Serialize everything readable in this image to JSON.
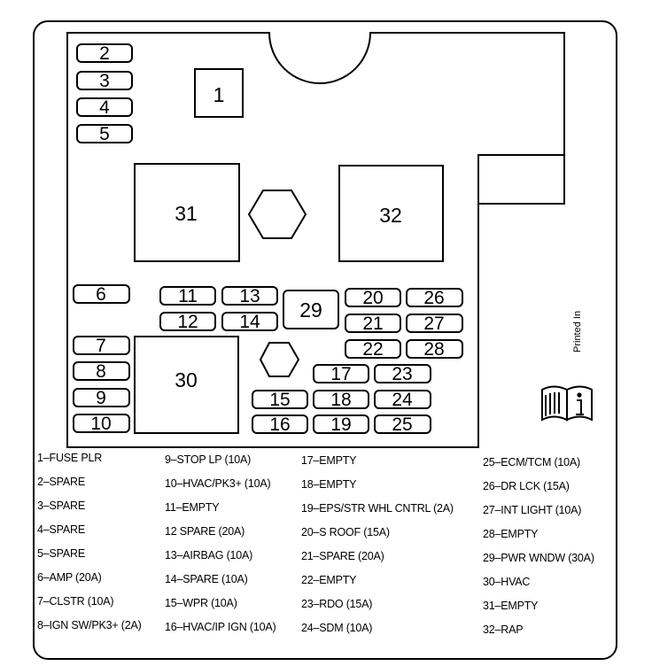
{
  "fuse_labels": [
    "1",
    "2",
    "3",
    "4",
    "5",
    "6",
    "7",
    "8",
    "9",
    "10",
    "11",
    "12",
    "13",
    "14",
    "15",
    "16",
    "17",
    "18",
    "19",
    "20",
    "21",
    "22",
    "23",
    "24",
    "25",
    "26",
    "27",
    "28",
    "29",
    "30",
    "31",
    "32"
  ],
  "printed_in": "Printed In",
  "legend": {
    "col1": [
      "1–FUSE PLR",
      "2–SPARE",
      "3–SPARE",
      "4–SPARE",
      "5–SPARE",
      "6–AMP (20A)",
      "7–CLSTR (10A)",
      "8–IGN SW/PK3+ (2A)"
    ],
    "col2": [
      "9–STOP LP (10A)",
      "10–HVAC/PK3+ (10A)",
      "11–EMPTY",
      "12 SPARE (20A)",
      "13–AIRBAG (10A)",
      "14–SPARE (10A)",
      "15–WPR (10A)",
      "16–HVAC/IP IGN (10A)"
    ],
    "col3": [
      "17–EMPTY",
      "18–EMPTY",
      "19–EPS/STR WHL CNTRL (2A)",
      "20–S ROOF (15A)",
      "21–SPARE (20A)",
      "22–EMPTY",
      "23–RDO (15A)",
      "24–SDM (10A)"
    ],
    "col4": [
      "25–ECM/TCM (10A)",
      "26–DR LCK (15A)",
      "27–INT LIGHT (10A)",
      "28–EMPTY",
      "29–PWR WNDW (30A)",
      "30–HVAC",
      "31–EMPTY",
      "32–RAP"
    ]
  }
}
